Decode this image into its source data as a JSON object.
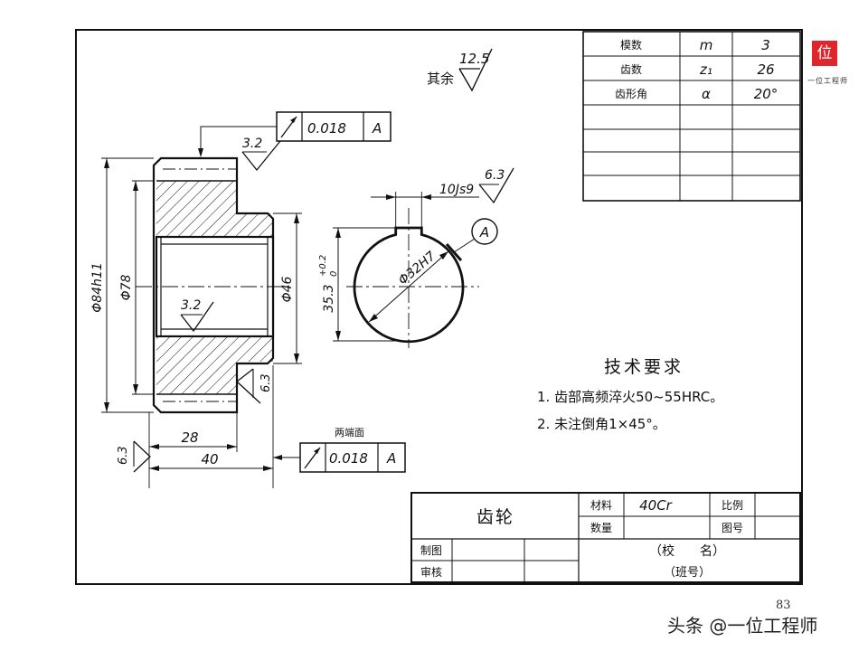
{
  "roughness_general": {
    "prefix": "其余",
    "value": "12.5"
  },
  "gear_table": [
    {
      "name": "模数",
      "symbol": "m",
      "value": "3"
    },
    {
      "name": "齿数",
      "symbol": "z₁",
      "value": "26"
    },
    {
      "name": "齿形角",
      "symbol": "α",
      "value": "20°"
    }
  ],
  "tolerance_top": {
    "value": "0.018",
    "datum": "A"
  },
  "tolerance_bottom": {
    "label": "两端面",
    "value": "0.018",
    "datum": "A"
  },
  "roughness_marks": {
    "top_face": "3.2",
    "bore": "3.2",
    "right_face": "6.3",
    "left_face": "6.3",
    "keyway": "6.3"
  },
  "dimensions": {
    "outer_dia": "Φ84h11",
    "hub_dia": "Φ78",
    "bore_dia": "Φ46",
    "width_28": "28",
    "width_40": "40",
    "keyway_width": "10Js9",
    "keyway_depth": "35.3",
    "keyway_tol_upper": "+0.2",
    "keyway_tol_lower": "0",
    "hole_fit": "Φ32H7",
    "datum_label": "A"
  },
  "tech_req": {
    "title": "技术要求",
    "items": [
      "1. 齿部高频淬火50~55HRC。",
      "2. 未注倒角1×45°。"
    ]
  },
  "title_block": {
    "part_name": "齿轮",
    "material_label": "材料",
    "material": "40Cr",
    "scale_label": "比例",
    "qty_label": "数量",
    "drawing_no_label": "图号",
    "drawn_label": "制图",
    "check_label": "审核",
    "school": "（校　　名）",
    "class": "（班号）"
  },
  "logo": {
    "glyph": "位",
    "caption": "一位工程师"
  },
  "page_number": "83",
  "source_tag": "头条 @一位工程师"
}
